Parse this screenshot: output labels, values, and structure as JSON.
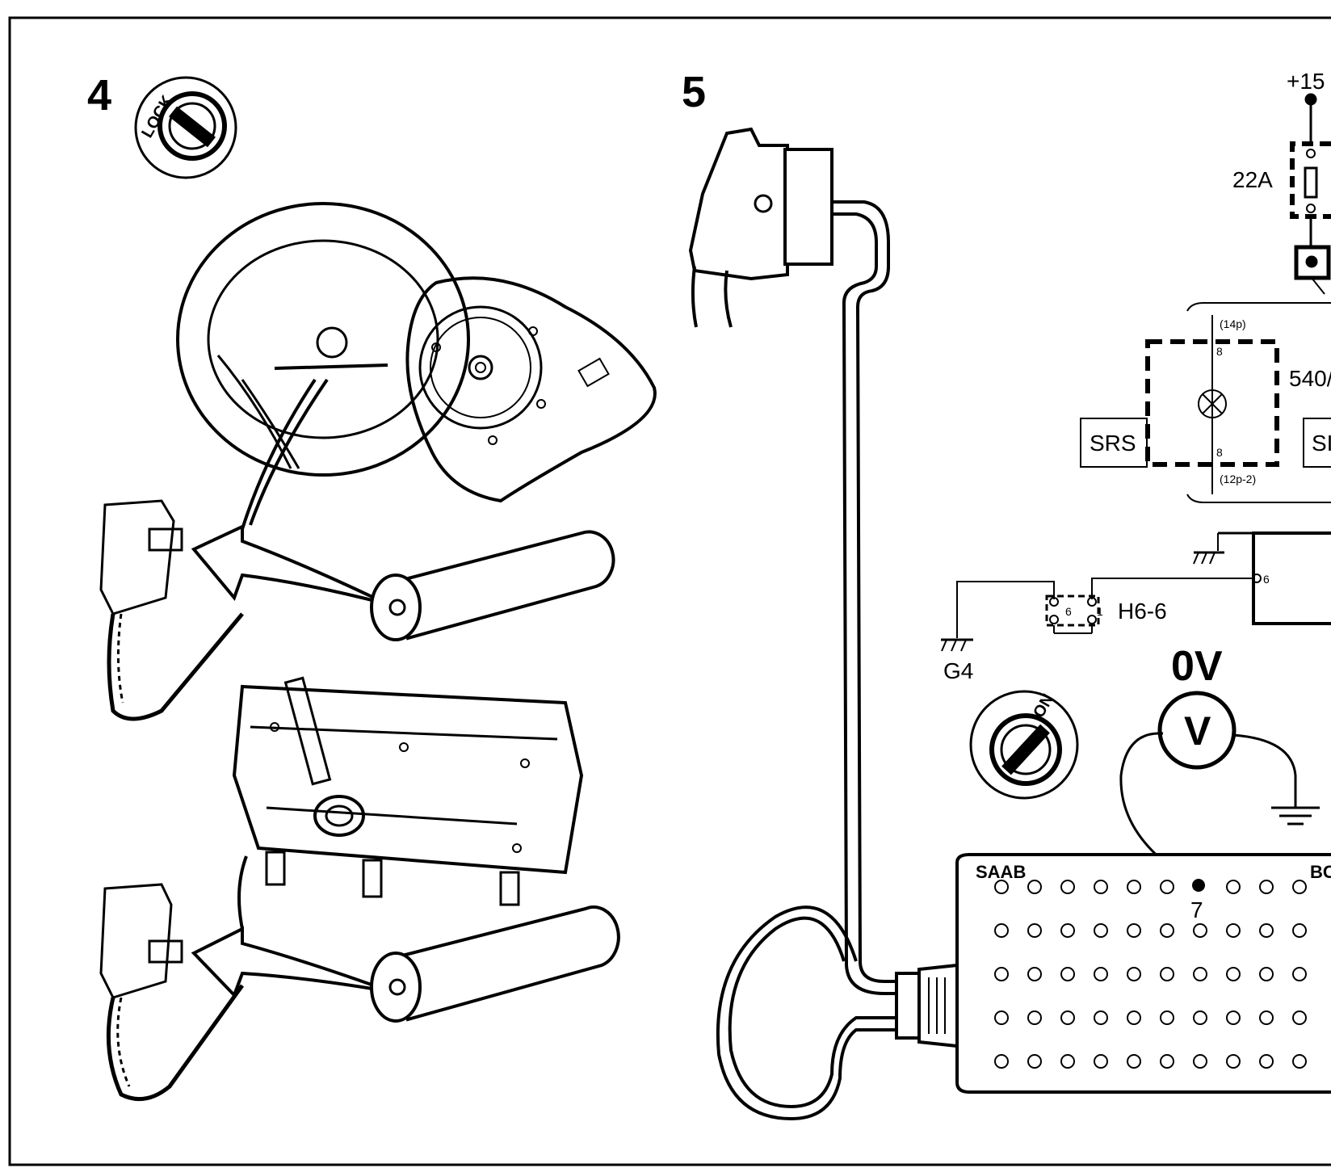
{
  "steps": {
    "step4": "4",
    "step5": "5"
  },
  "ignition": {
    "lock_label": "LOCK",
    "on_label": "ON"
  },
  "schematic": {
    "supply": "+15",
    "fuse": "22A",
    "connector_top": "(14p)",
    "connector_bottom": "(12p-2)",
    "pin_top": "8",
    "pin_bottom": "8",
    "lamp_unit": "540/",
    "srs_left": "SRS",
    "srs_right": "SI",
    "connector_h": "H6-6",
    "h_pin_a": "6",
    "h_pin_b": "1",
    "ecu_pin": "6",
    "ground": "G4"
  },
  "measurement": {
    "reading": "0V",
    "meter_symbol": "V"
  },
  "test_box": {
    "brand": "SAAB",
    "brand_right": "BC",
    "pin_number": "7"
  }
}
